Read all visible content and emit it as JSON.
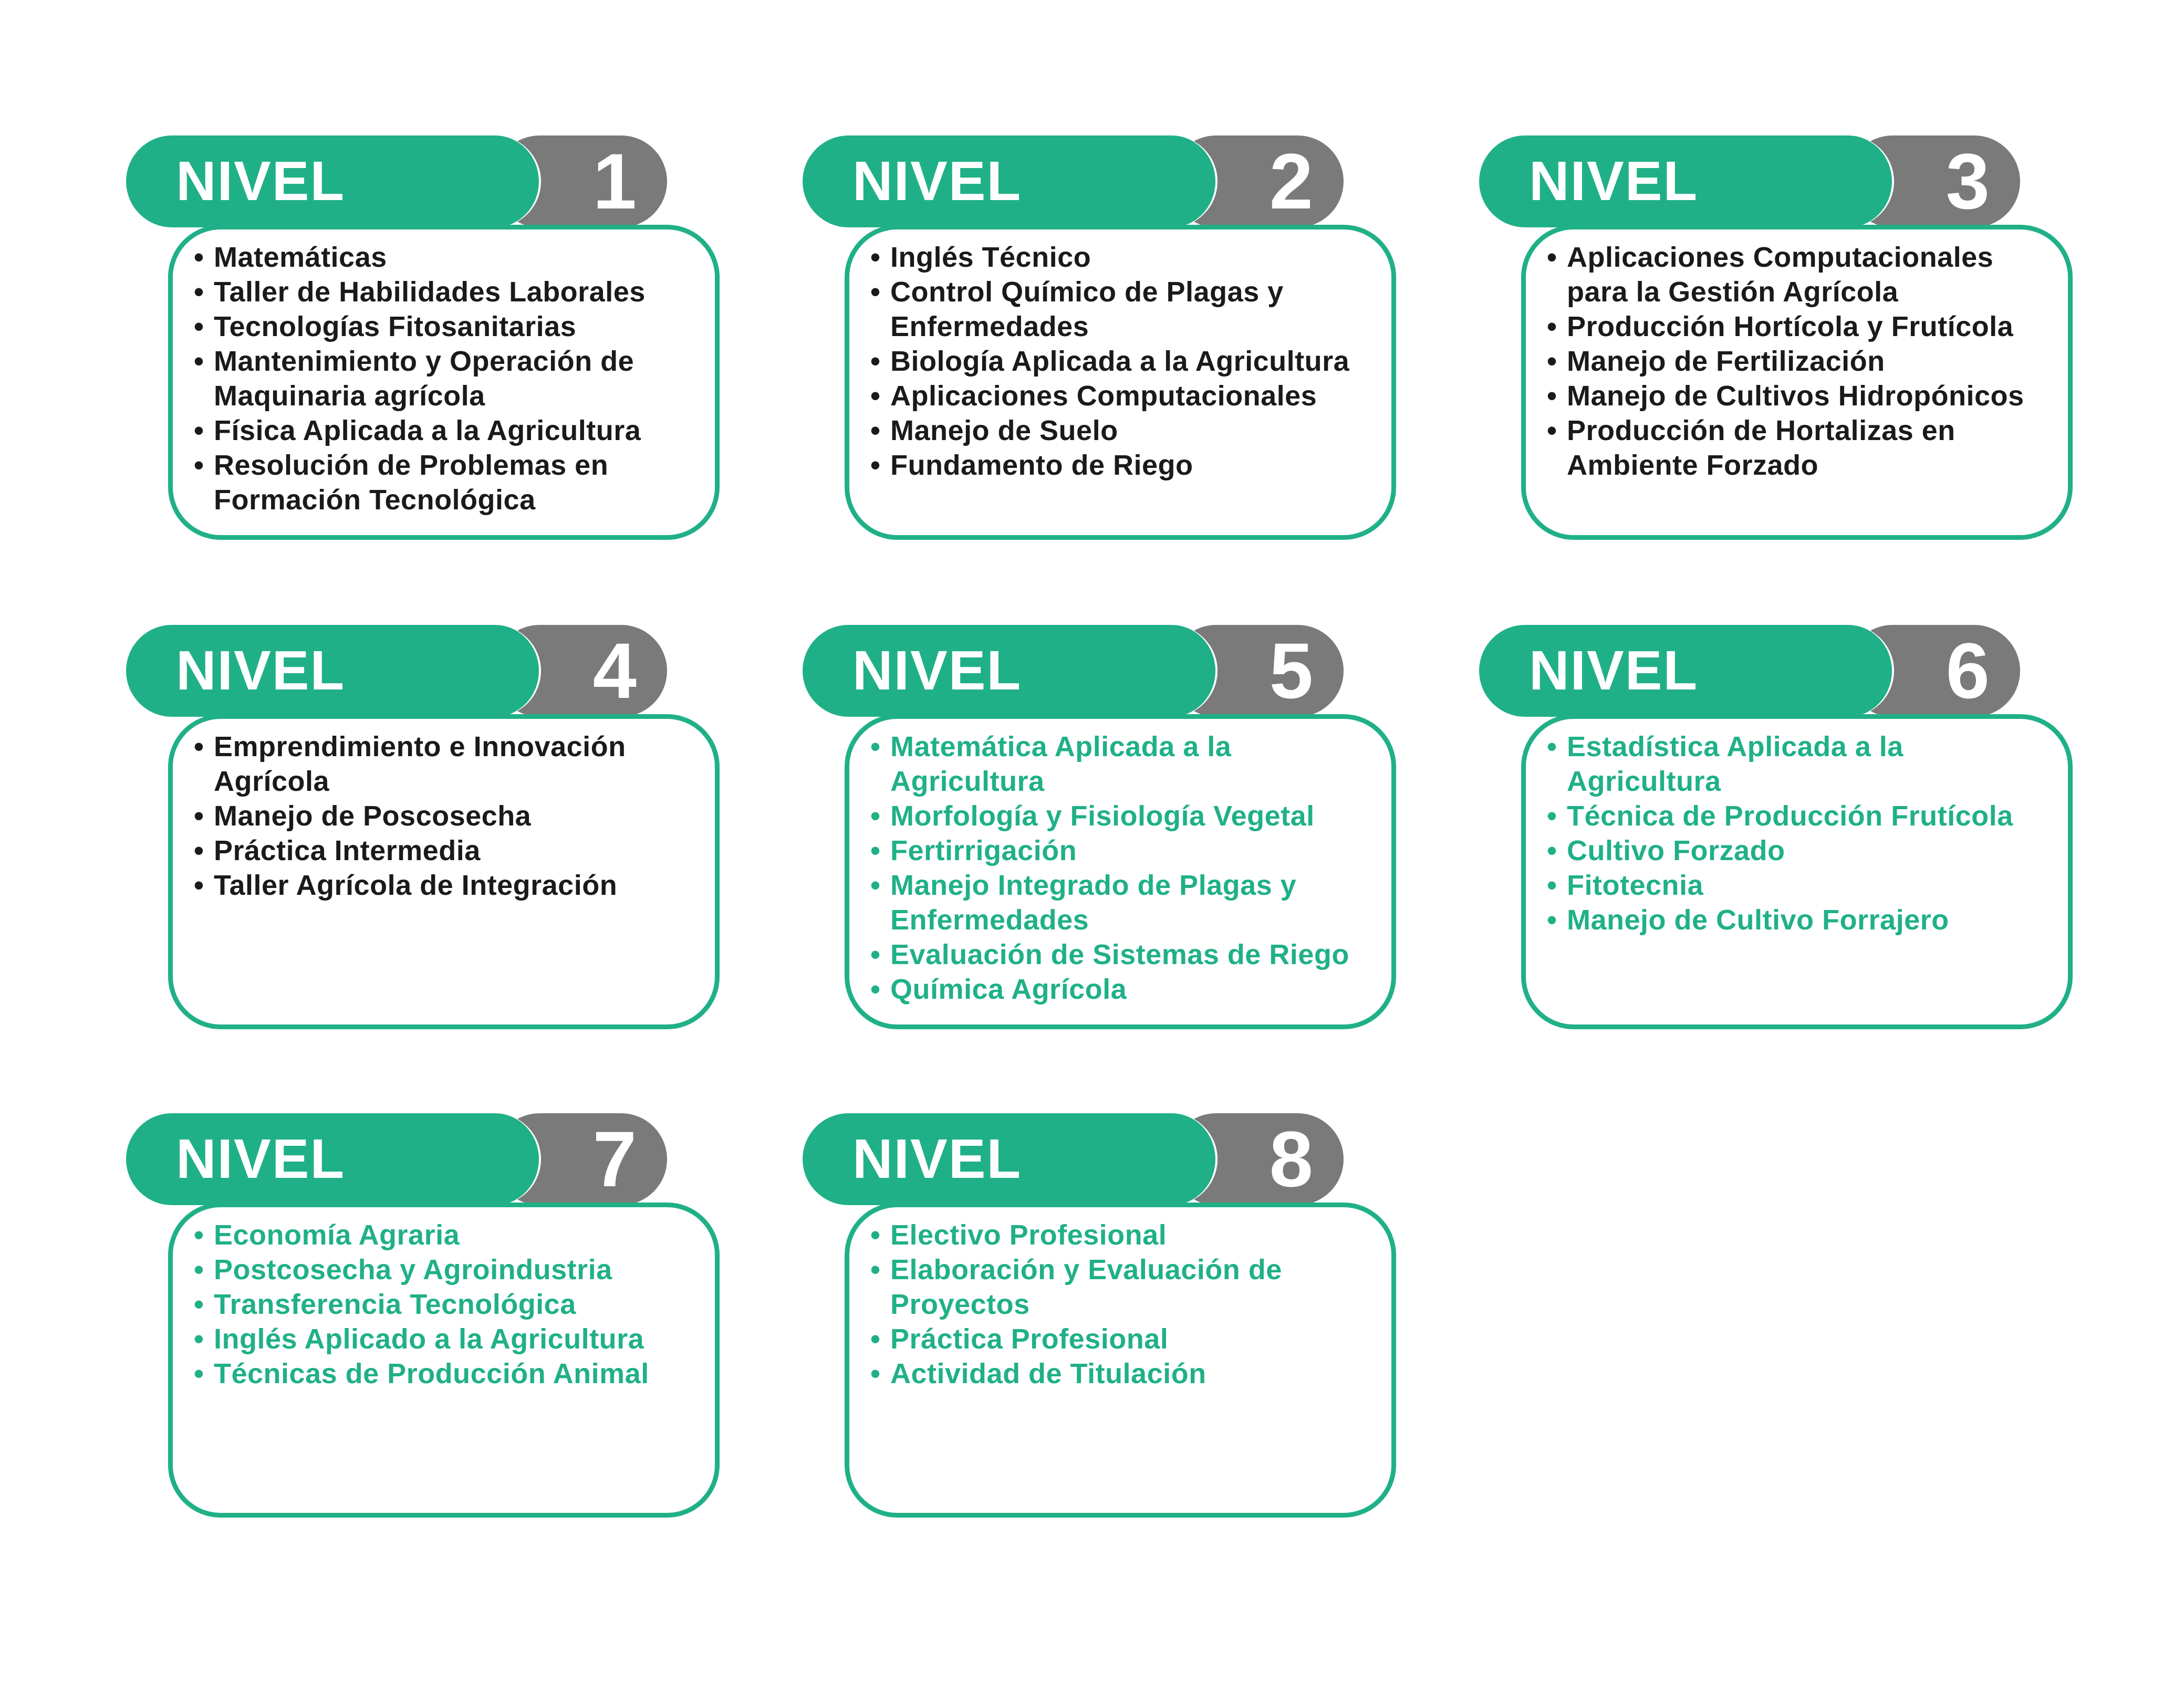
{
  "theme": {
    "accent_green": "#20b088",
    "tab_gray": "#7a7a7a",
    "text_dark": "#1a1a1a"
  },
  "levels": [
    {
      "label": "NIVEL",
      "number": "1",
      "style": "dark",
      "courses": [
        "Matemáticas",
        "Taller de Habilidades Laborales",
        "Tecnologías Fitosanitarias",
        "Mantenimiento y Operación de Maquinaria agrícola",
        "Física Aplicada a la Agricultura",
        "Resolución de Problemas en Formación Tecnológica"
      ]
    },
    {
      "label": "NIVEL",
      "number": "2",
      "style": "dark",
      "courses": [
        "Inglés Técnico",
        "Control Químico de Plagas y Enfermedades",
        "Biología Aplicada a la Agricultura",
        "Aplicaciones Computacionales",
        "Manejo de Suelo",
        "Fundamento de Riego"
      ]
    },
    {
      "label": "NIVEL",
      "number": "3",
      "style": "dark",
      "courses": [
        "Aplicaciones Computacionales para la Gestión Agrícola",
        "Producción Hortícola y Frutícola",
        "Manejo de Fertilización",
        "Manejo de Cultivos Hidropónicos",
        "Producción de Hortalizas en Ambiente Forzado"
      ]
    },
    {
      "label": "NIVEL",
      "number": "4",
      "style": "dark",
      "courses": [
        "Emprendimiento e Innovación Agrícola",
        "Manejo de Poscosecha",
        "Práctica Intermedia",
        "Taller Agrícola de Integración"
      ]
    },
    {
      "label": "NIVEL",
      "number": "5",
      "style": "teal",
      "courses": [
        "Matemática Aplicada a la Agricultura",
        "Morfología y Fisiología Vegetal",
        "Fertirrigación",
        "Manejo Integrado de Plagas y Enfermedades",
        "Evaluación de Sistemas de Riego",
        "Química Agrícola"
      ]
    },
    {
      "label": "NIVEL",
      "number": "6",
      "style": "teal",
      "courses": [
        "Estadística Aplicada a la Agricultura",
        "Técnica de Producción Frutícola",
        "Cultivo Forzado",
        "Fitotecnia",
        "Manejo de Cultivo Forrajero"
      ]
    },
    {
      "label": "NIVEL",
      "number": "7",
      "style": "teal",
      "courses": [
        "Economía Agraria",
        "Postcosecha y Agroindustria",
        "Transferencia Tecnológica",
        "Inglés Aplicado a la Agricultura",
        "Técnicas de Producción Animal"
      ]
    },
    {
      "label": "NIVEL",
      "number": "8",
      "style": "teal",
      "courses": [
        "Electivo Profesional",
        "Elaboración y Evaluación de Proyectos",
        "Práctica Profesional",
        "Actividad de Titulación"
      ]
    }
  ]
}
